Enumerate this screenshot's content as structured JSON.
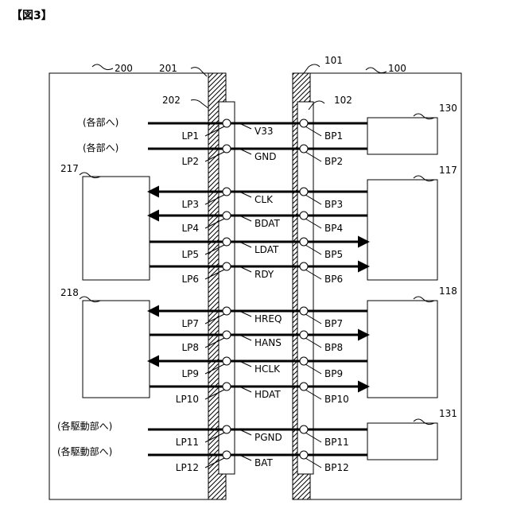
{
  "figure_title": "【図3】",
  "refs": {
    "r200": "200",
    "r201": "201",
    "r202": "202",
    "r217": "217",
    "r218": "218",
    "r100": "100",
    "r101": "101",
    "r102": "102",
    "r117": "117",
    "r118": "118",
    "r130": "130",
    "r131": "131"
  },
  "sources": {
    "v33": "(各部へ)",
    "gnd": "(各部へ)",
    "pgnd": "(各駆動部へ)",
    "bat": "(各駆動部へ)"
  },
  "rows": [
    {
      "lp": "LP1",
      "sig": "V33",
      "bp": "BP1"
    },
    {
      "lp": "LP2",
      "sig": "GND",
      "bp": "BP2"
    },
    {
      "lp": "LP3",
      "sig": "CLK",
      "bp": "BP3"
    },
    {
      "lp": "LP4",
      "sig": "BDAT",
      "bp": "BP4"
    },
    {
      "lp": "LP5",
      "sig": "LDAT",
      "bp": "BP5"
    },
    {
      "lp": "LP6",
      "sig": "RDY",
      "bp": "BP6"
    },
    {
      "lp": "LP7",
      "sig": "HREQ",
      "bp": "BP7"
    },
    {
      "lp": "LP8",
      "sig": "HANS",
      "bp": "BP8"
    },
    {
      "lp": "LP9",
      "sig": "HCLK",
      "bp": "BP9"
    },
    {
      "lp": "LP10",
      "sig": "HDAT",
      "bp": "BP10"
    },
    {
      "lp": "LP11",
      "sig": "PGND",
      "bp": "BP11"
    },
    {
      "lp": "LP12",
      "sig": "BAT",
      "bp": "BP12"
    }
  ]
}
